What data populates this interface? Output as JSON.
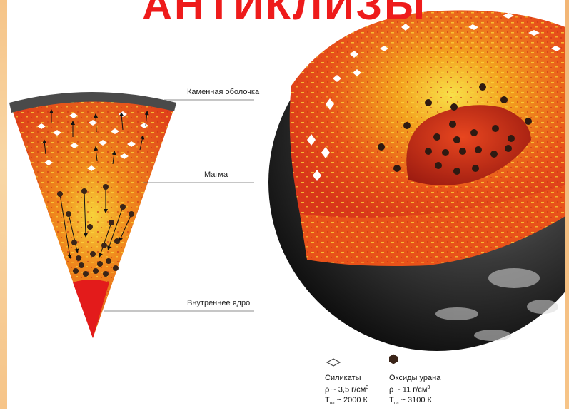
{
  "title": "АНТИКЛИЗЫ",
  "labels": {
    "crust": "Каменная оболочка",
    "magma": "Магма",
    "core": "Внутреннее ядро"
  },
  "legend": {
    "silicates": {
      "name": "Силикаты",
      "density_prefix": "ρ ~ ",
      "density": "3,5 г/см",
      "density_power": "3",
      "temp_prefix": "T",
      "temp_sub": "пл",
      "temp": " ~ 2000 К"
    },
    "uranium_oxides": {
      "name": "Оксиды урана",
      "density_prefix": "ρ ~ ",
      "density": "11 г/см",
      "density_power": "3",
      "temp_prefix": "T",
      "temp_sub": "пл",
      "temp": " ~ 3100 К"
    }
  },
  "colors": {
    "magma": "#e8471a",
    "magma_bright": "#f7b500",
    "core": "#e31b1b",
    "crust": "#4a4a4a",
    "title": "#ee1b1b"
  }
}
